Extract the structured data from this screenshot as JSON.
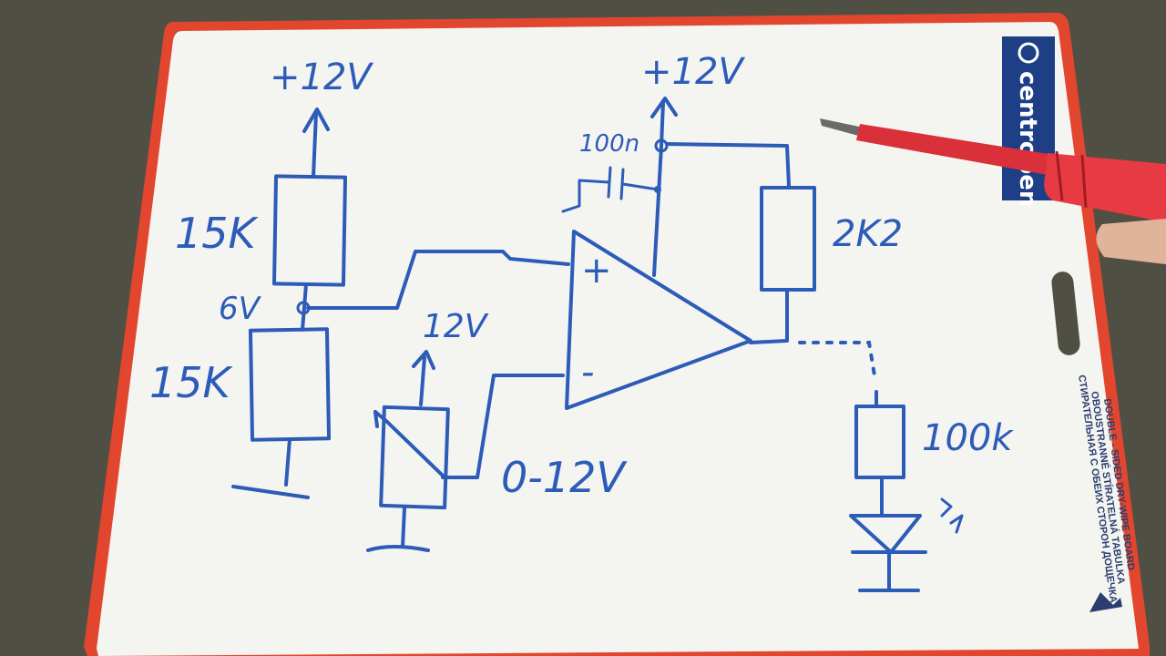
{
  "diagram": {
    "supply_top_left": "+12V",
    "supply_top_right": "+12V",
    "cap_value": "100n",
    "r1_value": "15K",
    "r2_value": "15K",
    "mid_voltage": "6V",
    "pot_supply": "12V",
    "pot_range": "0-12V",
    "opamp_plus": "+",
    "opamp_minus": "-",
    "r_pullup": "2K2",
    "r_led": "100k"
  },
  "board": {
    "brand": "centropen",
    "print_line1": "DOUBLE - SIDED DRY-WIPE BOARD",
    "print_line2": "OBOUSTRANNÉ STÍRATELNÁ TABULKA",
    "print_line3": "СТИРАТЕЛЬНАЯ С ОБЕИХ СТОРОН ДОЩЕЧКА"
  },
  "colors": {
    "ink": "#2c5bb8",
    "board_frame": "#e2462e",
    "board_face": "#f4f4f1",
    "background": "#4f4f44"
  }
}
